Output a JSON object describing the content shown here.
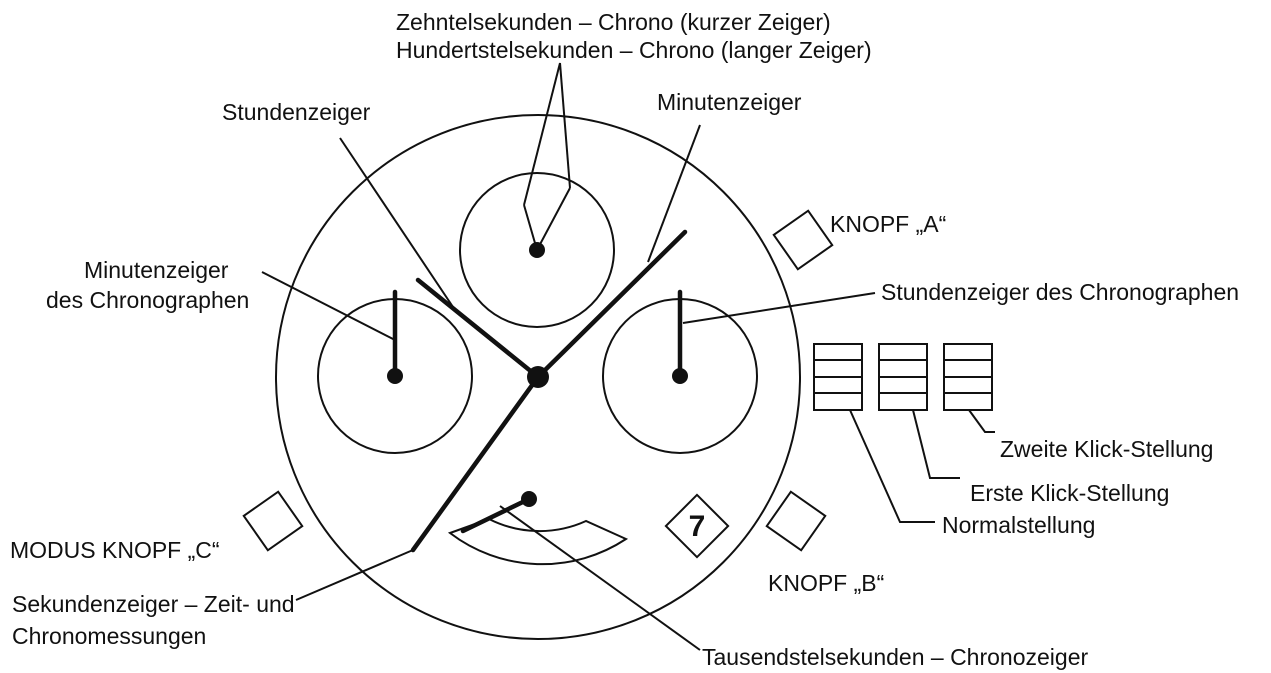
{
  "labels": {
    "zehntel": "Zehntelsekunden – Chrono (kurzer Zeiger)",
    "hundertstel": "Hundertstelsekunden – Chrono (langer Zeiger)",
    "stundenzeiger": "Stundenzeiger",
    "minutenzeiger": "Minutenzeiger",
    "knopf_a": "KNOPF „A“",
    "chrono_min_1": "Minutenzeiger",
    "chrono_min_2": "des Chronographen",
    "chrono_std": "Stundenzeiger des Chronographen",
    "zweite_klick": "Zweite Klick-Stellung",
    "erste_klick": "Erste Klick-Stellung",
    "normal": "Normalstellung",
    "modus_knopf_c": "MODUS KNOPF „C“",
    "knopf_b": "KNOPF „B“",
    "sekunden_1": "Sekundenzeiger – Zeit- und",
    "sekunden_2": "Chronomessungen",
    "tausendstel": "Tausendstelsekunden – Chronozeiger"
  },
  "date_window": "7",
  "colors": {
    "ink": "#111111",
    "background": "#ffffff"
  }
}
